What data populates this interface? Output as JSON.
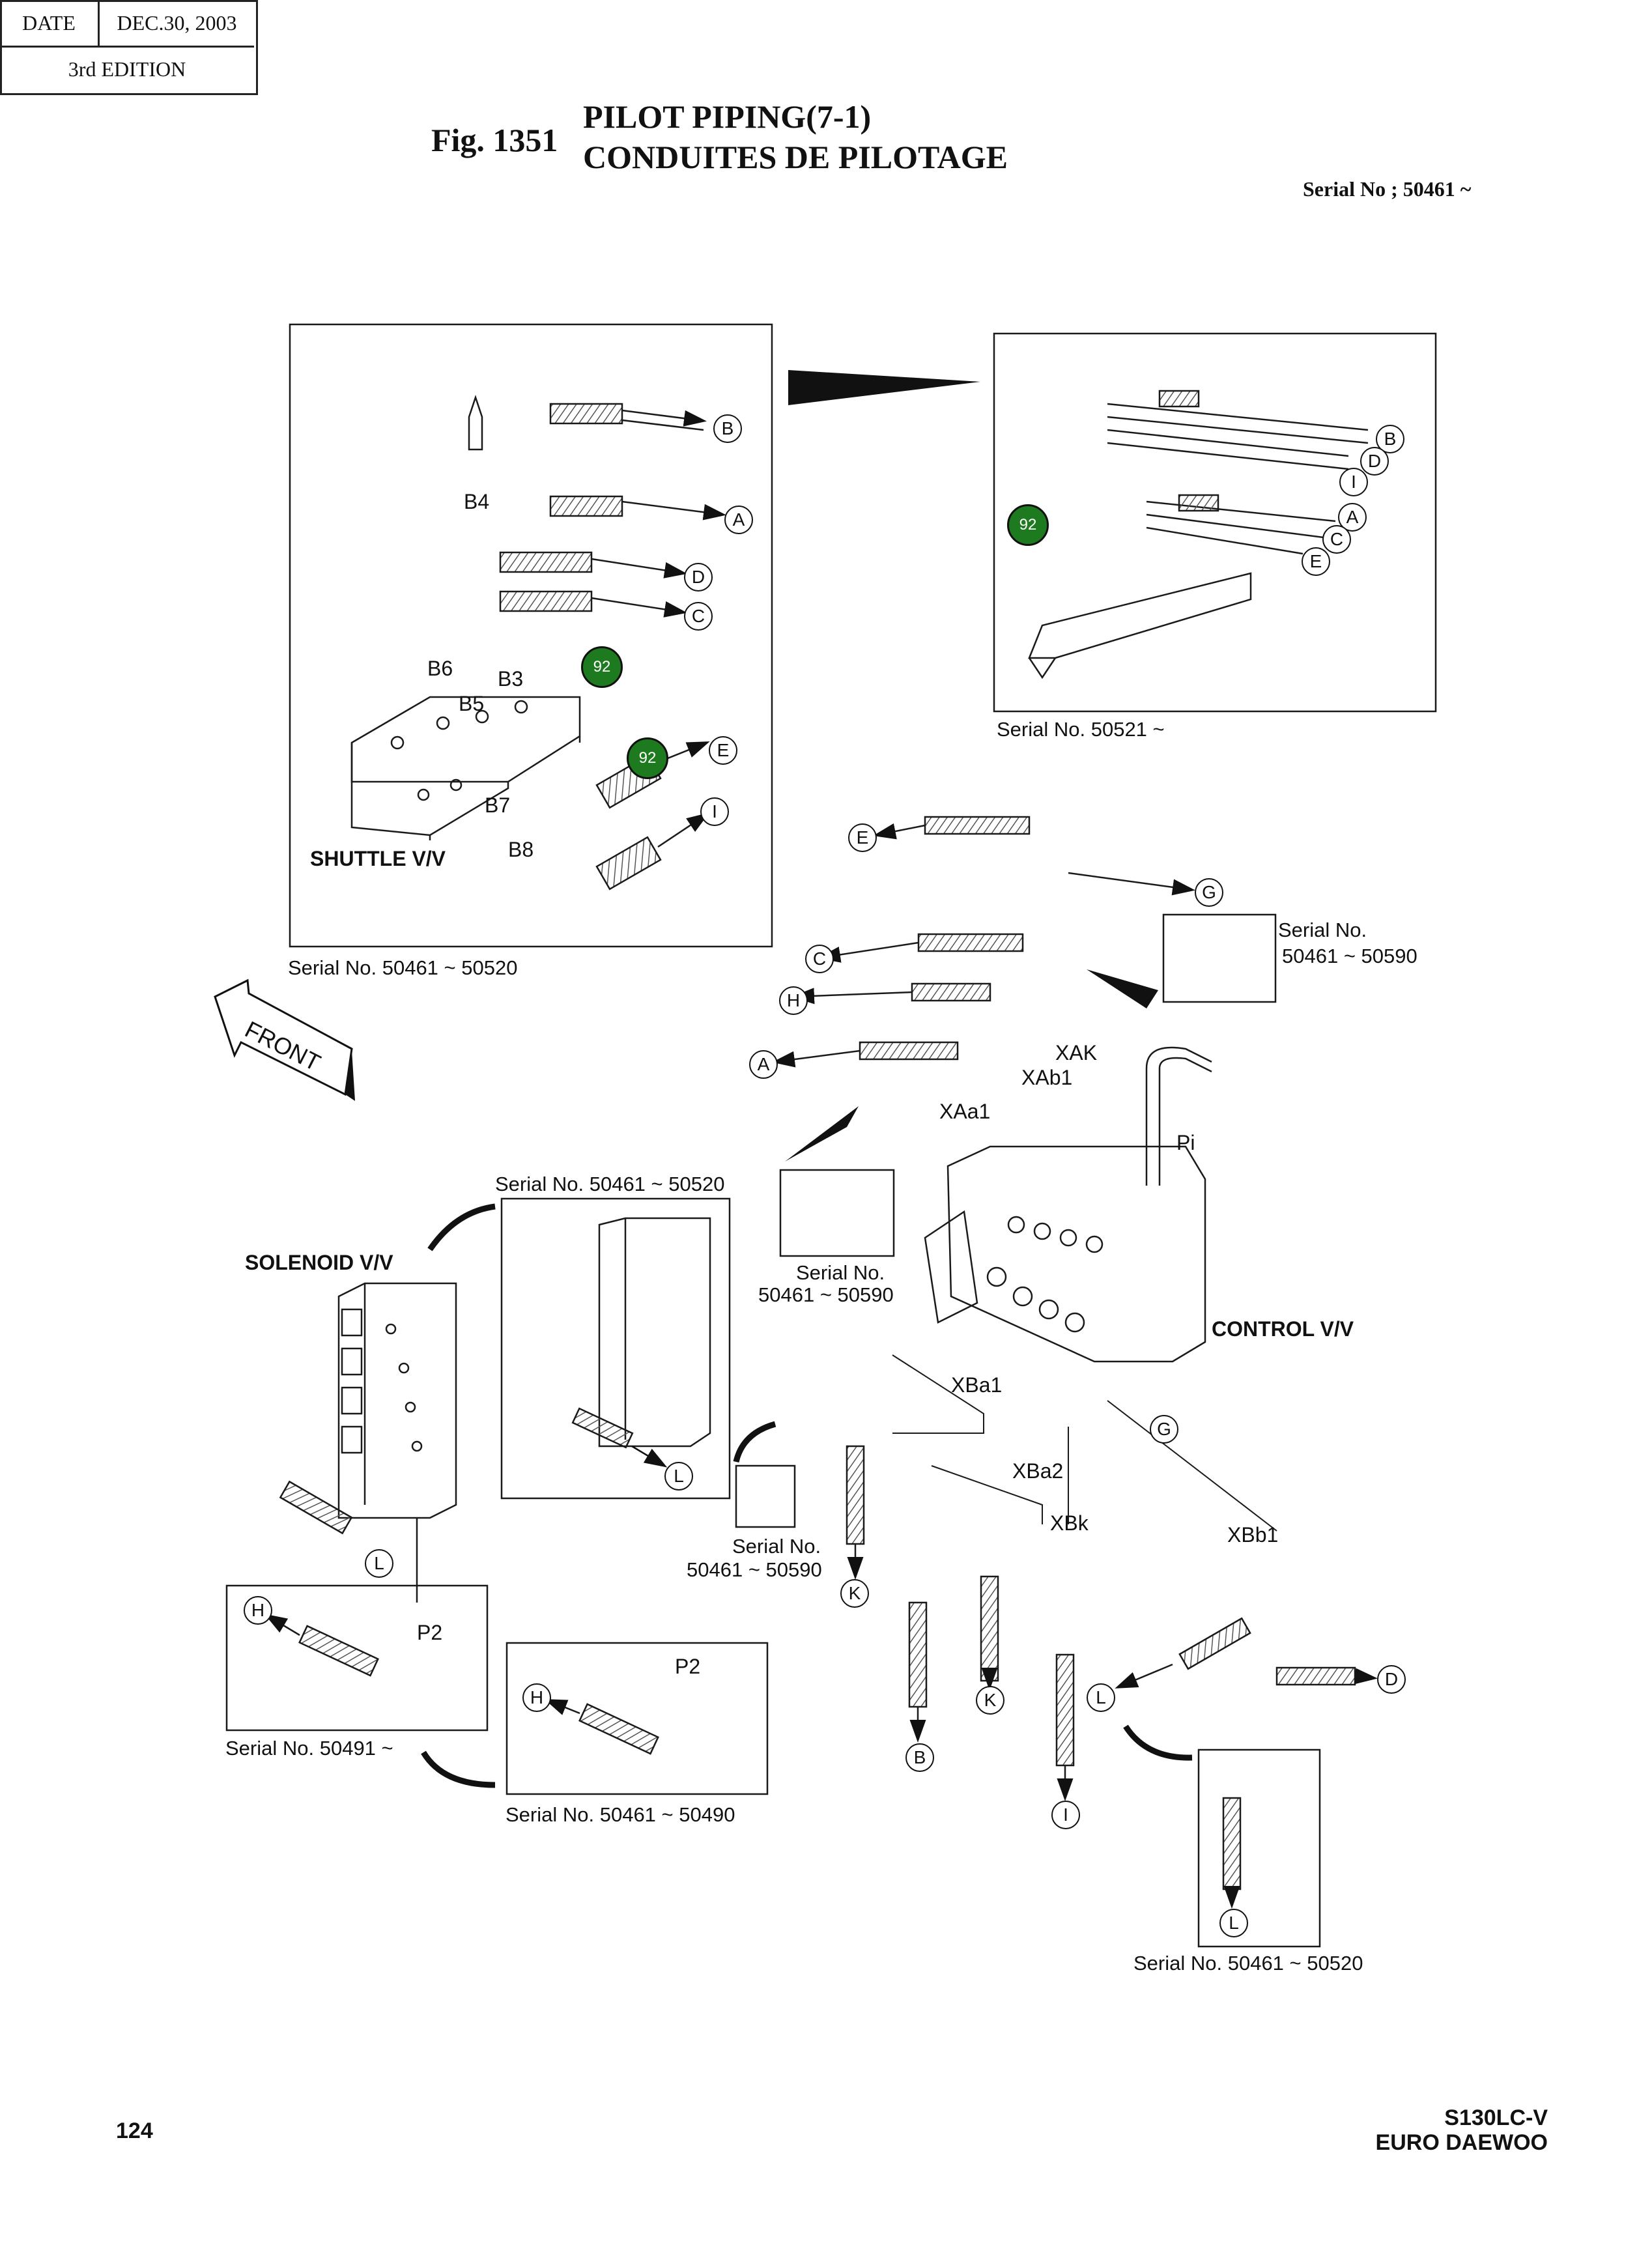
{
  "header": {
    "date_label": "DATE",
    "date_value": "DEC.30, 2003",
    "edition": "3rd  EDITION",
    "fig_number": "Fig. 1351",
    "title_en": "PILOT PIPING(7-1)",
    "title_fr": "CONDUITES DE PILOTAGE",
    "serial_header": "Serial No ; 50461 ~"
  },
  "callouts": {
    "A": "A",
    "B": "B",
    "C": "C",
    "D": "D",
    "E": "E",
    "G": "G",
    "H": "H",
    "I": "I",
    "K": "K",
    "L": "L",
    "part92": "92"
  },
  "ports": {
    "B3": "B3",
    "B4": "B4",
    "B5": "B5",
    "B6": "B6",
    "B7": "B7",
    "B8": "B8",
    "XAK": "XAK",
    "XAb1": "XAb1",
    "XAa1": "XAa1",
    "Pi": "Pi",
    "XBa1": "XBa1",
    "XBa2": "XBa2",
    "XBk": "XBk",
    "XBb1": "XBb1",
    "P2": "P2"
  },
  "components": {
    "shuttle": "SHUTTLE V/V",
    "solenoid": "SOLENOID V/V",
    "control": "CONTROL V/V",
    "front": "FRONT"
  },
  "serials": {
    "shuttle_box": "Serial No. 50461 ~ 50520",
    "topright_box": "Serial No. 50521 ~",
    "tee_box_label": "Serial No.",
    "tee_box_range": "50461 ~ 50590",
    "mid_box_label": "Serial No.",
    "mid_box_range": "50461 ~ 50590",
    "solenoid_box": "Serial No. 50461 ~ 50520",
    "small_box_label": "Serial No.",
    "small_box_range": "50461 ~ 50590",
    "h_box1": "Serial No. 50491 ~",
    "h_box2": "Serial No. 50461 ~ 50490",
    "l_box": "Serial No. 50461 ~ 50520"
  },
  "footer": {
    "page_number": "124",
    "model": "S130LC-V",
    "brand": "EURO DAEWOO"
  },
  "colors": {
    "line": "#1a1a1a",
    "callout_green": "#1e7a1e",
    "hatch": "#555555"
  }
}
